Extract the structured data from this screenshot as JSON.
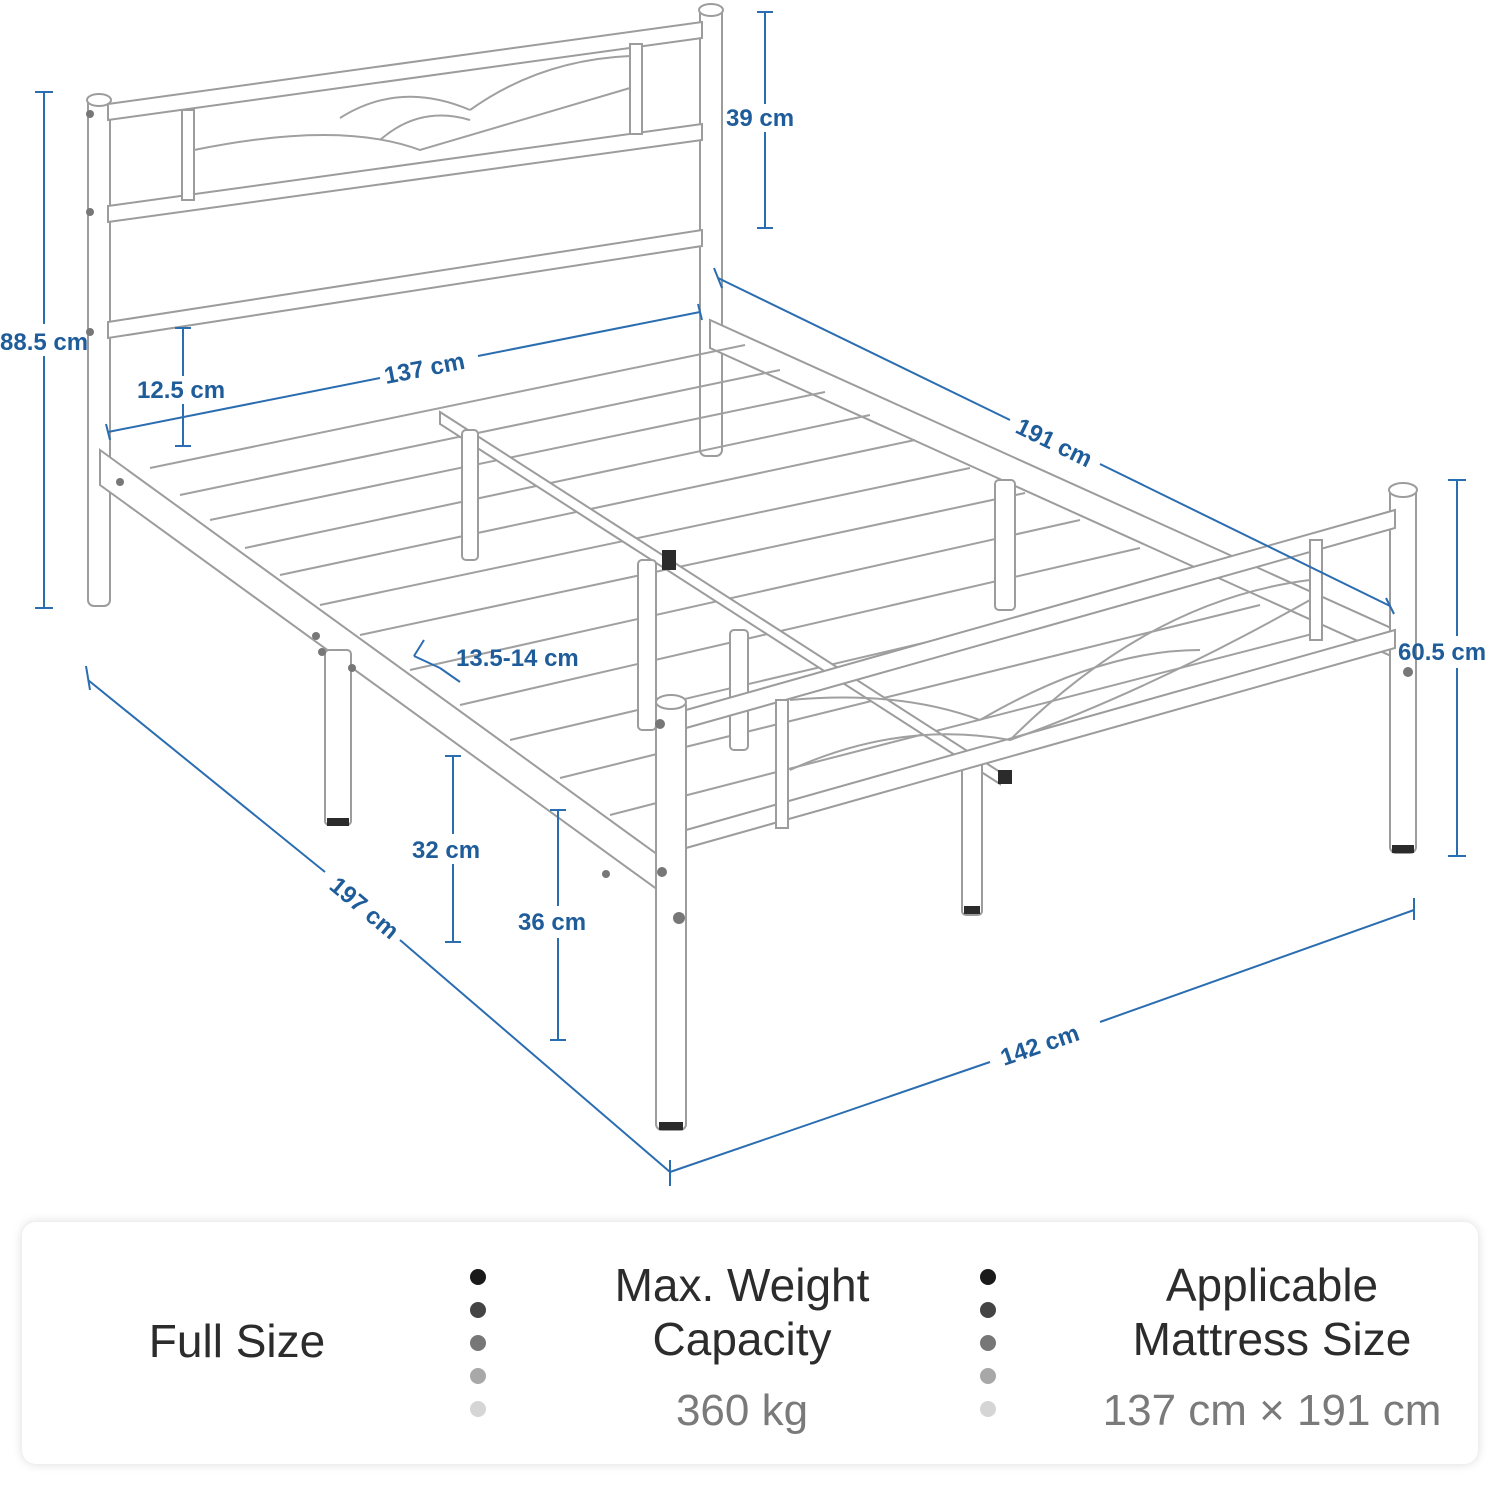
{
  "dimensions": {
    "headboard_top": "39 cm",
    "total_height": "88.5 cm",
    "inner_width": "137 cm",
    "under_gap": "12.5 cm",
    "inner_length": "191 cm",
    "footboard_height": "60.5 cm",
    "slat_gap": "13.5-14 cm",
    "under_bed": "32 cm",
    "leg_height": "36 cm",
    "total_length": "197 cm",
    "total_width": "142 cm"
  },
  "info": {
    "size": "Full Size",
    "weight_title_line1": "Max. Weight",
    "weight_title_line2": "Capacity",
    "weight_value": "360 kg",
    "mattress_title_line1": "Applicable",
    "mattress_title_line2": "Mattress Size",
    "mattress_value": "137 cm × 191 cm"
  },
  "colors": {
    "dimension_blue": "#1f5c9a",
    "dot_shades": [
      "#1a1a1a",
      "#444444",
      "#777777",
      "#a8a8a8",
      "#d5d5d5"
    ]
  }
}
